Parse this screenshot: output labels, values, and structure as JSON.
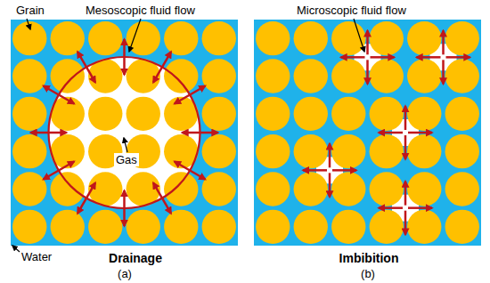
{
  "diagram": {
    "labels": [
      "Grain",
      "Mesoscopic fluid flow",
      "Gas",
      "Water",
      "Drainage",
      "(a)",
      "Microscopic fluid flow",
      "Imbibition",
      "(b)"
    ]
  }
}
